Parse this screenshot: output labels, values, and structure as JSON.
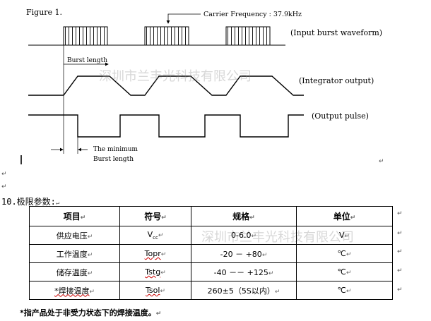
{
  "figure": {
    "title": "Figure 1.",
    "carrier_label": "Carrier Frequency : 37.9kHz",
    "input_label": "(Input burst waveform)",
    "integrator_label": "(Integrator output)",
    "output_label": "(Output pulse)",
    "burst_length_label": "Burst length",
    "min_burst_line1": "The minimum",
    "min_burst_line2": "Burst length"
  },
  "watermark": {
    "text": "深圳市兰丰光科技有限公司"
  },
  "section": {
    "heading": "10.极限参数:"
  },
  "table": {
    "headers": [
      "项目",
      "符号",
      "规格",
      "单位"
    ],
    "rows": [
      {
        "item": "供应电压",
        "symbol_main": "V",
        "symbol_sub": "cc",
        "spec": "0-6.0",
        "unit": "V"
      },
      {
        "item": "工作温度",
        "symbol_main": "Topr",
        "symbol_sub": "",
        "spec": "-20 － +80",
        "unit": "℃"
      },
      {
        "item": "储存温度",
        "symbol_main": "Tstg",
        "symbol_sub": "",
        "spec": "-40 －－ +125",
        "unit": "℃"
      },
      {
        "item": "*焊接温度",
        "symbol_main": "Tsol",
        "symbol_sub": "",
        "spec": "260±5（5S以内）",
        "unit": "℃"
      }
    ]
  },
  "footnote": {
    "text": "*指产品处于非受力状态下的焊接温度。"
  },
  "marks": {
    "return": "↵"
  }
}
